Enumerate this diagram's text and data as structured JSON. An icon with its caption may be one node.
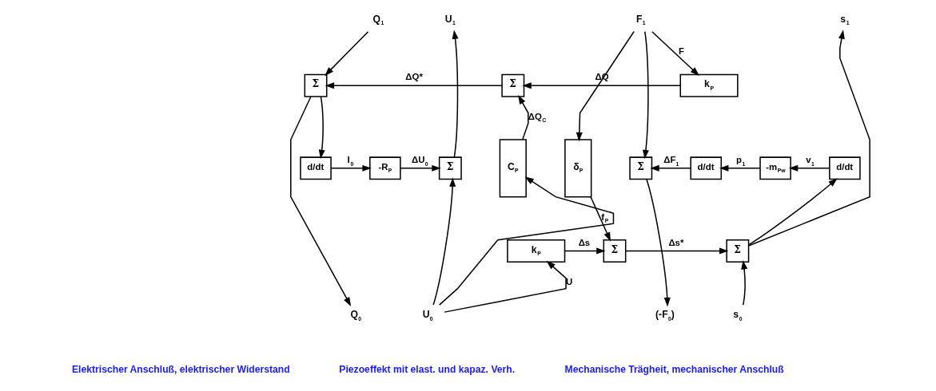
{
  "diagram": {
    "nodes": [
      {
        "text": [
          "Q$_{1}$"
        ]
      },
      {
        "text": [
          "U$_{1}$"
        ]
      },
      {
        "text": [
          "F$_{1}$"
        ]
      },
      {
        "text": [
          "s$_{1}$"
        ]
      },
      {
        "text": [
          "Σ"
        ]
      },
      {
        "text": [
          "Σ"
        ]
      },
      {
        "text": [
          "k$_{P}$"
        ]
      },
      {
        "text": [
          "d/dt"
        ]
      },
      {
        "text": [
          "-R$_{P}$"
        ]
      },
      {
        "text": [
          "Σ"
        ]
      },
      {
        "text": [
          "C$_{P}$"
        ]
      },
      {
        "text": [
          "δ$_{P}$"
        ]
      },
      {
        "text": [
          "Σ"
        ]
      },
      {
        "text": [
          "d/dt"
        ]
      },
      {
        "text": [
          "-m$_{Pw}$"
        ]
      },
      {
        "text": [
          "d/dt"
        ]
      },
      {
        "text": [
          "k$_{P}$"
        ]
      },
      {
        "text": [
          "Σ"
        ]
      },
      {
        "text": [
          "Σ"
        ]
      },
      {
        "text": [
          "Q$_{0}$"
        ]
      },
      {
        "text": [
          "U$_{0}$"
        ]
      },
      {
        "text": [
          "(-F$_{0}$)"
        ]
      },
      {
        "text": [
          "s$_{0}$"
        ]
      }
    ],
    "edges": [
      {
        "from": 0,
        "to": 4,
        "arrow": "to"
      },
      {
        "from": 5,
        "to": 4,
        "arrow": "to",
        "label": "ΔQ*"
      },
      {
        "from": 4,
        "to": 7,
        "arrow": "to"
      },
      {
        "from": 4,
        "to": 19,
        "arrow": "to"
      },
      {
        "from": 7,
        "to": 8,
        "arrow": "to",
        "label": "I$_{0}$"
      },
      {
        "from": 8,
        "to": 9,
        "arrow": "to",
        "label": "ΔU$_{0}$"
      },
      {
        "from": 9,
        "to": 1,
        "arrow": "to"
      },
      {
        "from": 20,
        "to": 9,
        "arrow": "to"
      },
      {
        "from": 20,
        "to": 10,
        "arrow": "to"
      },
      {
        "from": 20,
        "to": 16,
        "arrow": "to",
        "label": "U"
      },
      {
        "from": 10,
        "to": 5,
        "arrow": "to",
        "label": "ΔQ$_{C}$"
      },
      {
        "from": 6,
        "to": 5,
        "arrow": "to",
        "label": "ΔQ"
      },
      {
        "from": 2,
        "to": 6,
        "arrow": "to",
        "label": "F"
      },
      {
        "from": 2,
        "to": 11,
        "arrow": "to"
      },
      {
        "from": 2,
        "to": 12,
        "arrow": "to"
      },
      {
        "from": 11,
        "to": 17,
        "arrow": "to",
        "label": "f$_{P}$"
      },
      {
        "from": 16,
        "to": 17,
        "arrow": "to",
        "label": "Δs"
      },
      {
        "from": 17,
        "to": 18,
        "arrow": "to",
        "label": "Δs*"
      },
      {
        "from": 22,
        "to": 18,
        "arrow": "to"
      },
      {
        "from": 18,
        "to": 3,
        "arrow": "to"
      },
      {
        "from": 18,
        "to": 15,
        "arrow": "to"
      },
      {
        "from": 15,
        "to": 14,
        "arrow": "to",
        "label": "v$_{1}$"
      },
      {
        "from": 14,
        "to": 13,
        "arrow": "to",
        "label": "p$_{1}$"
      },
      {
        "from": 13,
        "to": 12,
        "arrow": "to",
        "label": "ΔF$_{1}$"
      },
      {
        "from": 12,
        "to": 21,
        "arrow": "to"
      }
    ],
    "labels": [
      "Elektrischer Anschluß, elektrischer Widerstand",
      "Piezoeffekt mit elast. und kapaz. Verh.",
      "Mechanische Trägheit, mechanischer Anschluß"
    ]
  }
}
